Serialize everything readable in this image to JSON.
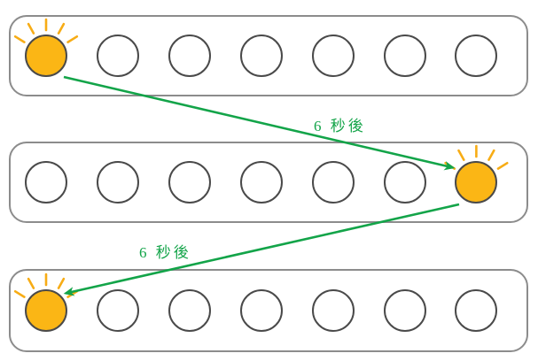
{
  "diagram": {
    "rows": [
      {
        "name": "lamp-row-1",
        "bulb_count": 7,
        "lit_index": 0
      },
      {
        "name": "lamp-row-2",
        "bulb_count": 7,
        "lit_index": 6
      },
      {
        "name": "lamp-row-3",
        "bulb_count": 7,
        "lit_index": 0
      }
    ],
    "arrows": [
      {
        "label": "6 秒後",
        "from": "row-1 bulb-1",
        "to": "row-2 bulb-7"
      },
      {
        "label": "6 秒後",
        "from": "row-2 bulb-7",
        "to": "row-3 bulb-1"
      }
    ],
    "colors": {
      "lit_fill": "#FBB615",
      "ray": "#F7AC15",
      "arrow_green": "#13A449",
      "bulb_stroke": "#4A4A4A",
      "row_border": "#8C8C8C",
      "background": "#FFFFFF"
    }
  }
}
